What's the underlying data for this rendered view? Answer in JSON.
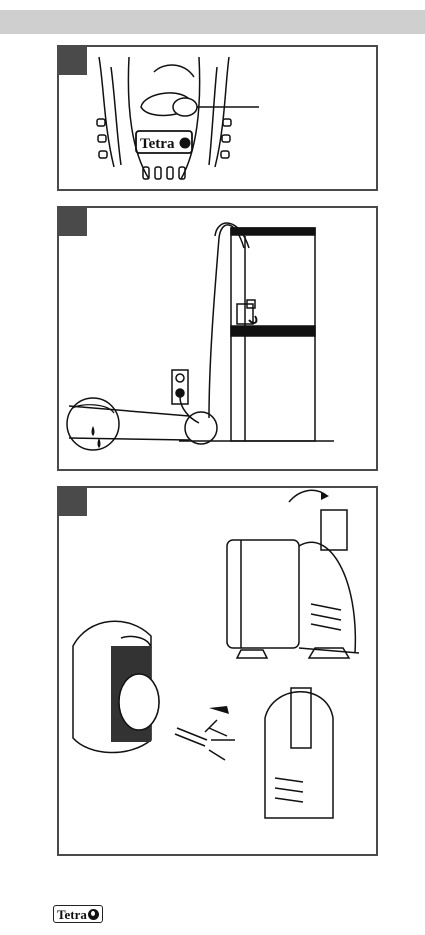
{
  "header": {
    "bar_color": "#cfcfcf"
  },
  "panels": [
    {
      "step_icon": "step-1-marker",
      "content": "pump-front-with-button"
    },
    {
      "step_icon": "step-2-marker",
      "content": "aquarium-drip-loop"
    },
    {
      "step_icon": "step-3-marker",
      "content": "pump-disassembly"
    }
  ],
  "pump_label": "Tetra",
  "footer_logo": "Tetra"
}
